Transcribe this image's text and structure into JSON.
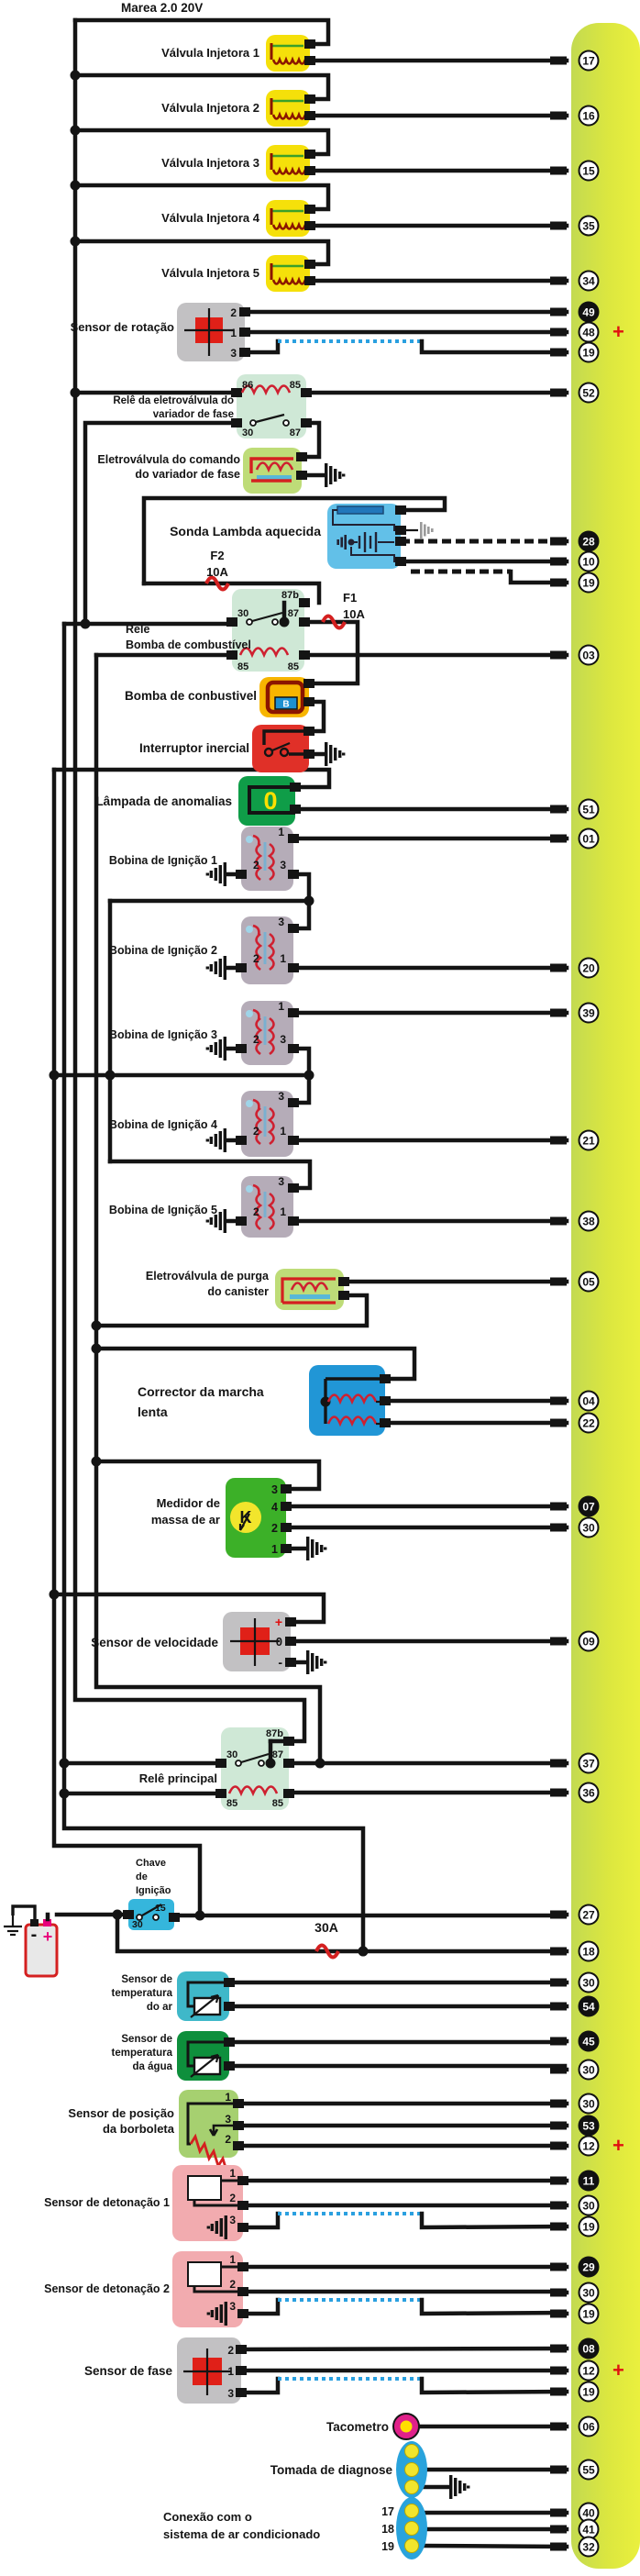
{
  "title": "Marea 2.0 20V",
  "colors": {
    "wire": "#141414",
    "shield_blue": "#2aa0e0",
    "fuse_red": "#d42020",
    "plus_red": "#e01010",
    "ecu_left": "#c3da51",
    "ecu_right": "#eaf03e",
    "relay_box": "#cfe8d6",
    "injector_yellow": "#f5e00a",
    "lambda_blue": "#62c0e8",
    "pump_orange": "#f7b500",
    "inertia_red": "#e03028",
    "lamp_green": "#0f9d48",
    "coil_gray": "#b5acb8",
    "idle_blue": "#2196d6",
    "maf_green": "#3cb028",
    "sensor_gray": "#c2c1c3",
    "air_temp_teal": "#3fb8c9",
    "water_temp_green": "#0e8f3c",
    "tps_green": "#a6d070",
    "knock_pink": "#f2abaf",
    "key_cyan": "#35b6dc",
    "valve_green": "#bedc78"
  },
  "ecu": {
    "pins": [
      {
        "label": "17",
        "filled": false,
        "plus": false
      },
      {
        "label": "16",
        "filled": false,
        "plus": false
      },
      {
        "label": "15",
        "filled": false,
        "plus": false
      },
      {
        "label": "35",
        "filled": false,
        "plus": false
      },
      {
        "label": "34",
        "filled": false,
        "plus": false
      },
      {
        "label": "49",
        "filled": true,
        "plus": false
      },
      {
        "label": "48",
        "filled": false,
        "plus": true
      },
      {
        "label": "19",
        "filled": false,
        "plus": false
      },
      {
        "label": "52",
        "filled": false,
        "plus": false
      },
      {
        "label": "28",
        "filled": true,
        "plus": false
      },
      {
        "label": "10",
        "filled": false,
        "plus": false
      },
      {
        "label": "19",
        "filled": false,
        "plus": false
      },
      {
        "label": "03",
        "filled": false,
        "plus": false
      },
      {
        "label": "51",
        "filled": false,
        "plus": false
      },
      {
        "label": "01",
        "filled": false,
        "plus": false
      },
      {
        "label": "20",
        "filled": false,
        "plus": false
      },
      {
        "label": "39",
        "filled": false,
        "plus": false
      },
      {
        "label": "21",
        "filled": false,
        "plus": false
      },
      {
        "label": "38",
        "filled": false,
        "plus": false
      },
      {
        "label": "05",
        "filled": false,
        "plus": false
      },
      {
        "label": "04",
        "filled": false,
        "plus": false
      },
      {
        "label": "22",
        "filled": false,
        "plus": false
      },
      {
        "label": "07",
        "filled": true,
        "plus": false
      },
      {
        "label": "30",
        "filled": false,
        "plus": false
      },
      {
        "label": "09",
        "filled": false,
        "plus": false
      },
      {
        "label": "37",
        "filled": false,
        "plus": false
      },
      {
        "label": "36",
        "filled": false,
        "plus": false
      },
      {
        "label": "27",
        "filled": false,
        "plus": false
      },
      {
        "label": "18",
        "filled": false,
        "plus": false
      },
      {
        "label": "30",
        "filled": false,
        "plus": false
      },
      {
        "label": "54",
        "filled": true,
        "plus": false
      },
      {
        "label": "45",
        "filled": true,
        "plus": false
      },
      {
        "label": "30",
        "filled": false,
        "plus": false
      },
      {
        "label": "30",
        "filled": false,
        "plus": false
      },
      {
        "label": "53",
        "filled": true,
        "plus": false
      },
      {
        "label": "12",
        "filled": false,
        "plus": true
      },
      {
        "label": "11",
        "filled": true,
        "plus": false
      },
      {
        "label": "30",
        "filled": false,
        "plus": false
      },
      {
        "label": "19",
        "filled": false,
        "plus": false
      },
      {
        "label": "29",
        "filled": true,
        "plus": false
      },
      {
        "label": "30",
        "filled": false,
        "plus": false
      },
      {
        "label": "19",
        "filled": false,
        "plus": false
      },
      {
        "label": "08",
        "filled": true,
        "plus": false
      },
      {
        "label": "12",
        "filled": false,
        "plus": true
      },
      {
        "label": "19",
        "filled": false,
        "plus": false
      },
      {
        "label": "06",
        "filled": false,
        "plus": false
      },
      {
        "label": "55",
        "filled": false,
        "plus": false
      },
      {
        "label": "40",
        "filled": false,
        "plus": false
      },
      {
        "label": "41",
        "filled": false,
        "plus": false
      },
      {
        "label": "32",
        "filled": false,
        "plus": false
      }
    ]
  },
  "fuses": {
    "f2": {
      "name": "F2",
      "rating": "10A"
    },
    "f1": {
      "name": "F1",
      "rating": "10A"
    },
    "main": {
      "rating": "30A"
    }
  },
  "components": {
    "injector1": {
      "label": "Válvula Injetora 1"
    },
    "injector2": {
      "label": "Válvula Injetora 2"
    },
    "injector3": {
      "label": "Válvula Injetora 3"
    },
    "injector4": {
      "label": "Válvula Injetora 4"
    },
    "injector5": {
      "label": "Válvula Injetora 5"
    },
    "sensor_rotacao": {
      "label": "Sensor de rotação",
      "terminals": [
        "2",
        "1",
        "3"
      ]
    },
    "rele_variador": {
      "label_lines": [
        "Relê da eletroválvula do",
        "variador de fase"
      ],
      "terminals": [
        "86",
        "85",
        "30",
        "87"
      ]
    },
    "eletrovalvula_comando": {
      "label_lines": [
        "Eletroválvula do comando",
        "do variador de fase"
      ]
    },
    "sonda_lambda": {
      "label": "Sonda Lambda aquecida"
    },
    "rele_bomba": {
      "label_lines": [
        "Relê",
        "Bomba de combustível"
      ],
      "terminals": [
        "87b",
        "30",
        "87",
        "85",
        "85"
      ]
    },
    "bomba": {
      "label": "Bomba de conbustivel",
      "chip": "B"
    },
    "interruptor": {
      "label": "Interruptor inercial"
    },
    "lampada": {
      "label": "Lâmpada de anomalias",
      "bulb": "0"
    },
    "bobina1": {
      "label": "Bobina de Ignição 1",
      "terminals": [
        "1",
        "2",
        "3"
      ]
    },
    "bobina2": {
      "label": "Bobina de Ignição 2",
      "terminals": [
        "3",
        "2",
        "1"
      ]
    },
    "bobina3": {
      "label": "Bobina de Ignição 3",
      "terminals": [
        "1",
        "2",
        "3"
      ]
    },
    "bobina4": {
      "label": "Bobina de Ignição 4",
      "terminals": [
        "3",
        "2",
        "1"
      ]
    },
    "bobina5": {
      "label": "Bobina de Ignição 5",
      "terminals": [
        "3",
        "2",
        "1"
      ]
    },
    "purga": {
      "label_lines": [
        "Eletroválvula de purga",
        "do canister"
      ]
    },
    "corrector": {
      "label_lines": [
        "Corrector da marcha",
        "lenta"
      ]
    },
    "medidor": {
      "label_lines": [
        "Medidor de",
        "massa de ar"
      ],
      "terminals": [
        "3",
        "4",
        "2",
        "1"
      ],
      "symbol": "K"
    },
    "velocidade": {
      "label": "Sensor de velocidade",
      "terminals": [
        "+",
        "0",
        "-"
      ]
    },
    "rele_principal": {
      "label": "Relê principal",
      "terminals": [
        "87b",
        "30",
        "87",
        "85",
        "85"
      ]
    },
    "chave": {
      "label_lines": [
        "Chave",
        "de",
        "Ignição"
      ],
      "terminals": [
        "30",
        "15"
      ]
    },
    "temp_ar": {
      "label_lines": [
        "Sensor de",
        "temperatura",
        "do ar"
      ]
    },
    "temp_agua": {
      "label_lines": [
        "Sensor de",
        "temperatura",
        "da água"
      ]
    },
    "borboleta": {
      "label_lines": [
        "Sensor de posição",
        "da borboleta"
      ],
      "terminals": [
        "1",
        "3",
        "2"
      ]
    },
    "detonacao1": {
      "label": "Sensor de detonação 1",
      "terminals": [
        "1",
        "2",
        "3"
      ]
    },
    "detonacao2": {
      "label": "Sensor de detonação 2",
      "terminals": [
        "1",
        "2",
        "3"
      ]
    },
    "fase": {
      "label": "Sensor de fase",
      "terminals": [
        "2",
        "1",
        "3"
      ]
    },
    "tacometro": {
      "label": "Tacometro"
    },
    "diagnose": {
      "label": "Tomada de diagnose"
    },
    "ar_condicionado": {
      "label_lines": [
        "Conexão com o",
        "sistema de ar condicionado"
      ],
      "terminals": [
        "17",
        "18",
        "19"
      ]
    }
  }
}
